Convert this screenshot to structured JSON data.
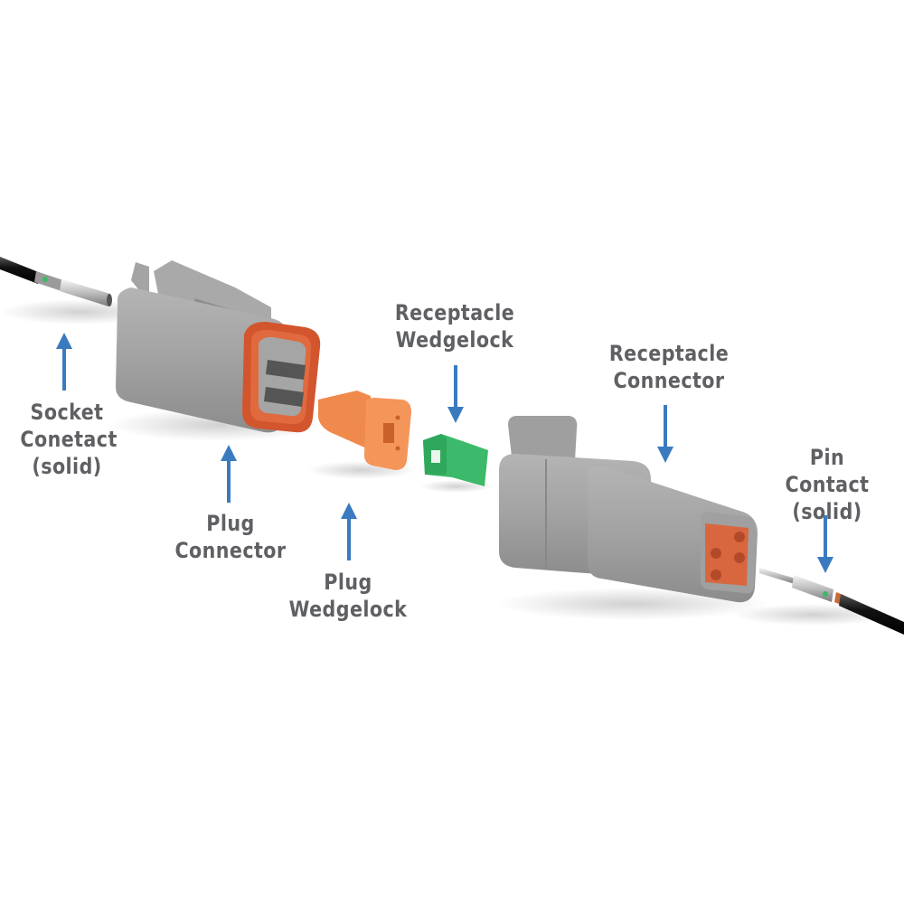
{
  "diagram": {
    "title": "Connector kit exploded view",
    "arrow_color": "#3a7bbf",
    "text_color": "#5f6063",
    "parts": [
      {
        "id": "socket-contact",
        "lines": [
          "Socket",
          "Conetact",
          "(solid)"
        ],
        "arrow": "up",
        "color": "#b8b8b8"
      },
      {
        "id": "plug-connector",
        "lines": [
          "Plug",
          "Connector"
        ],
        "arrow": "up",
        "color": "#9a9a9a",
        "seal_color": "#d2552e"
      },
      {
        "id": "plug-wedgelock",
        "lines": [
          "Plug",
          "Wedgelock"
        ],
        "arrow": "up",
        "color": "#f0874a"
      },
      {
        "id": "receptacle-wedgelock",
        "lines": [
          "Receptacle",
          "Wedgelock"
        ],
        "arrow": "down",
        "color": "#3cb96a"
      },
      {
        "id": "receptacle-connector",
        "lines": [
          "Receptacle",
          "Connector"
        ],
        "arrow": "down",
        "color": "#9a9a9a",
        "face_color": "#d8673f"
      },
      {
        "id": "pin-contact",
        "lines": [
          "Pin",
          "Contact",
          "(solid)"
        ],
        "arrow": "down",
        "color": "#b8b8b8"
      }
    ]
  }
}
